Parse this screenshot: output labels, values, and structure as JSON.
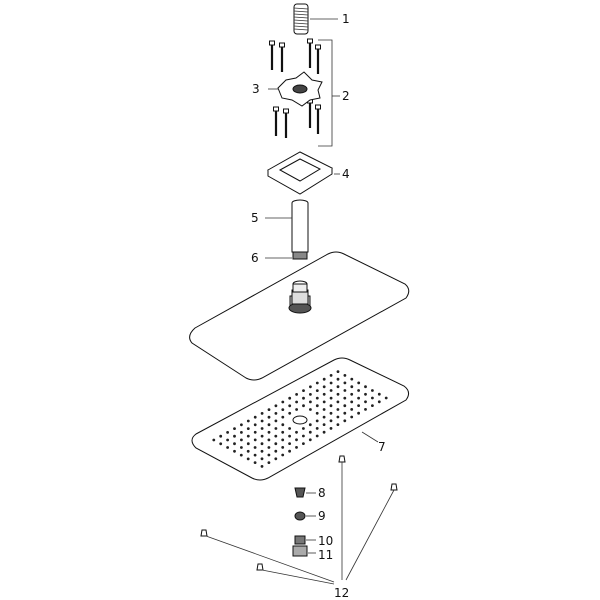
{
  "diagram": {
    "title": "Exploded parts diagram — rectangular overhead shower",
    "labels": [
      "1",
      "2",
      "3",
      "4",
      "5",
      "6",
      "7",
      "8",
      "9",
      "10",
      "11",
      "12"
    ],
    "colors": {
      "line": "#111111",
      "background": "#ffffff"
    }
  }
}
